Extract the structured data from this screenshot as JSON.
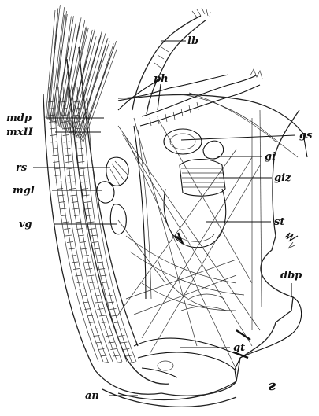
{
  "figure": {
    "panel_letter": "г",
    "labels": {
      "lb": "lb",
      "ph": "ph",
      "mdp": "mdp",
      "mxII": "mxII",
      "gs": "gs",
      "rs": "rs",
      "gi": "gi",
      "mgl": "mgl",
      "giz": "giz",
      "vg": "vg",
      "st": "st",
      "dbp": "dbp",
      "gt": "gt",
      "an": "an"
    }
  }
}
